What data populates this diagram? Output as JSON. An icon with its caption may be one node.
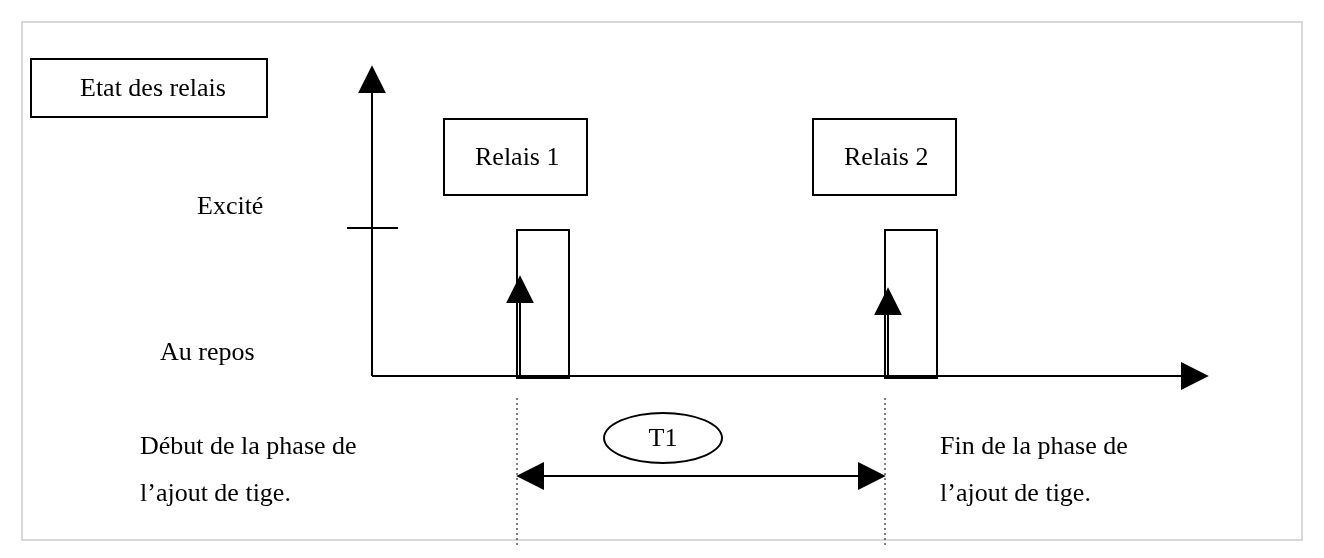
{
  "diagram": {
    "nodes": [
      {
        "text": [
          "Etat des relais"
        ]
      },
      {
        "text": [
          "Relais 1"
        ]
      },
      {
        "text": [
          "Relais 2"
        ]
      },
      {
        "text": [
          "T1"
        ]
      }
    ],
    "labels": [
      "Excité",
      "Au repos",
      "Début de la phase de l’ajout de tige.",
      "Fin de la phase de l’ajout de tige."
    ]
  }
}
